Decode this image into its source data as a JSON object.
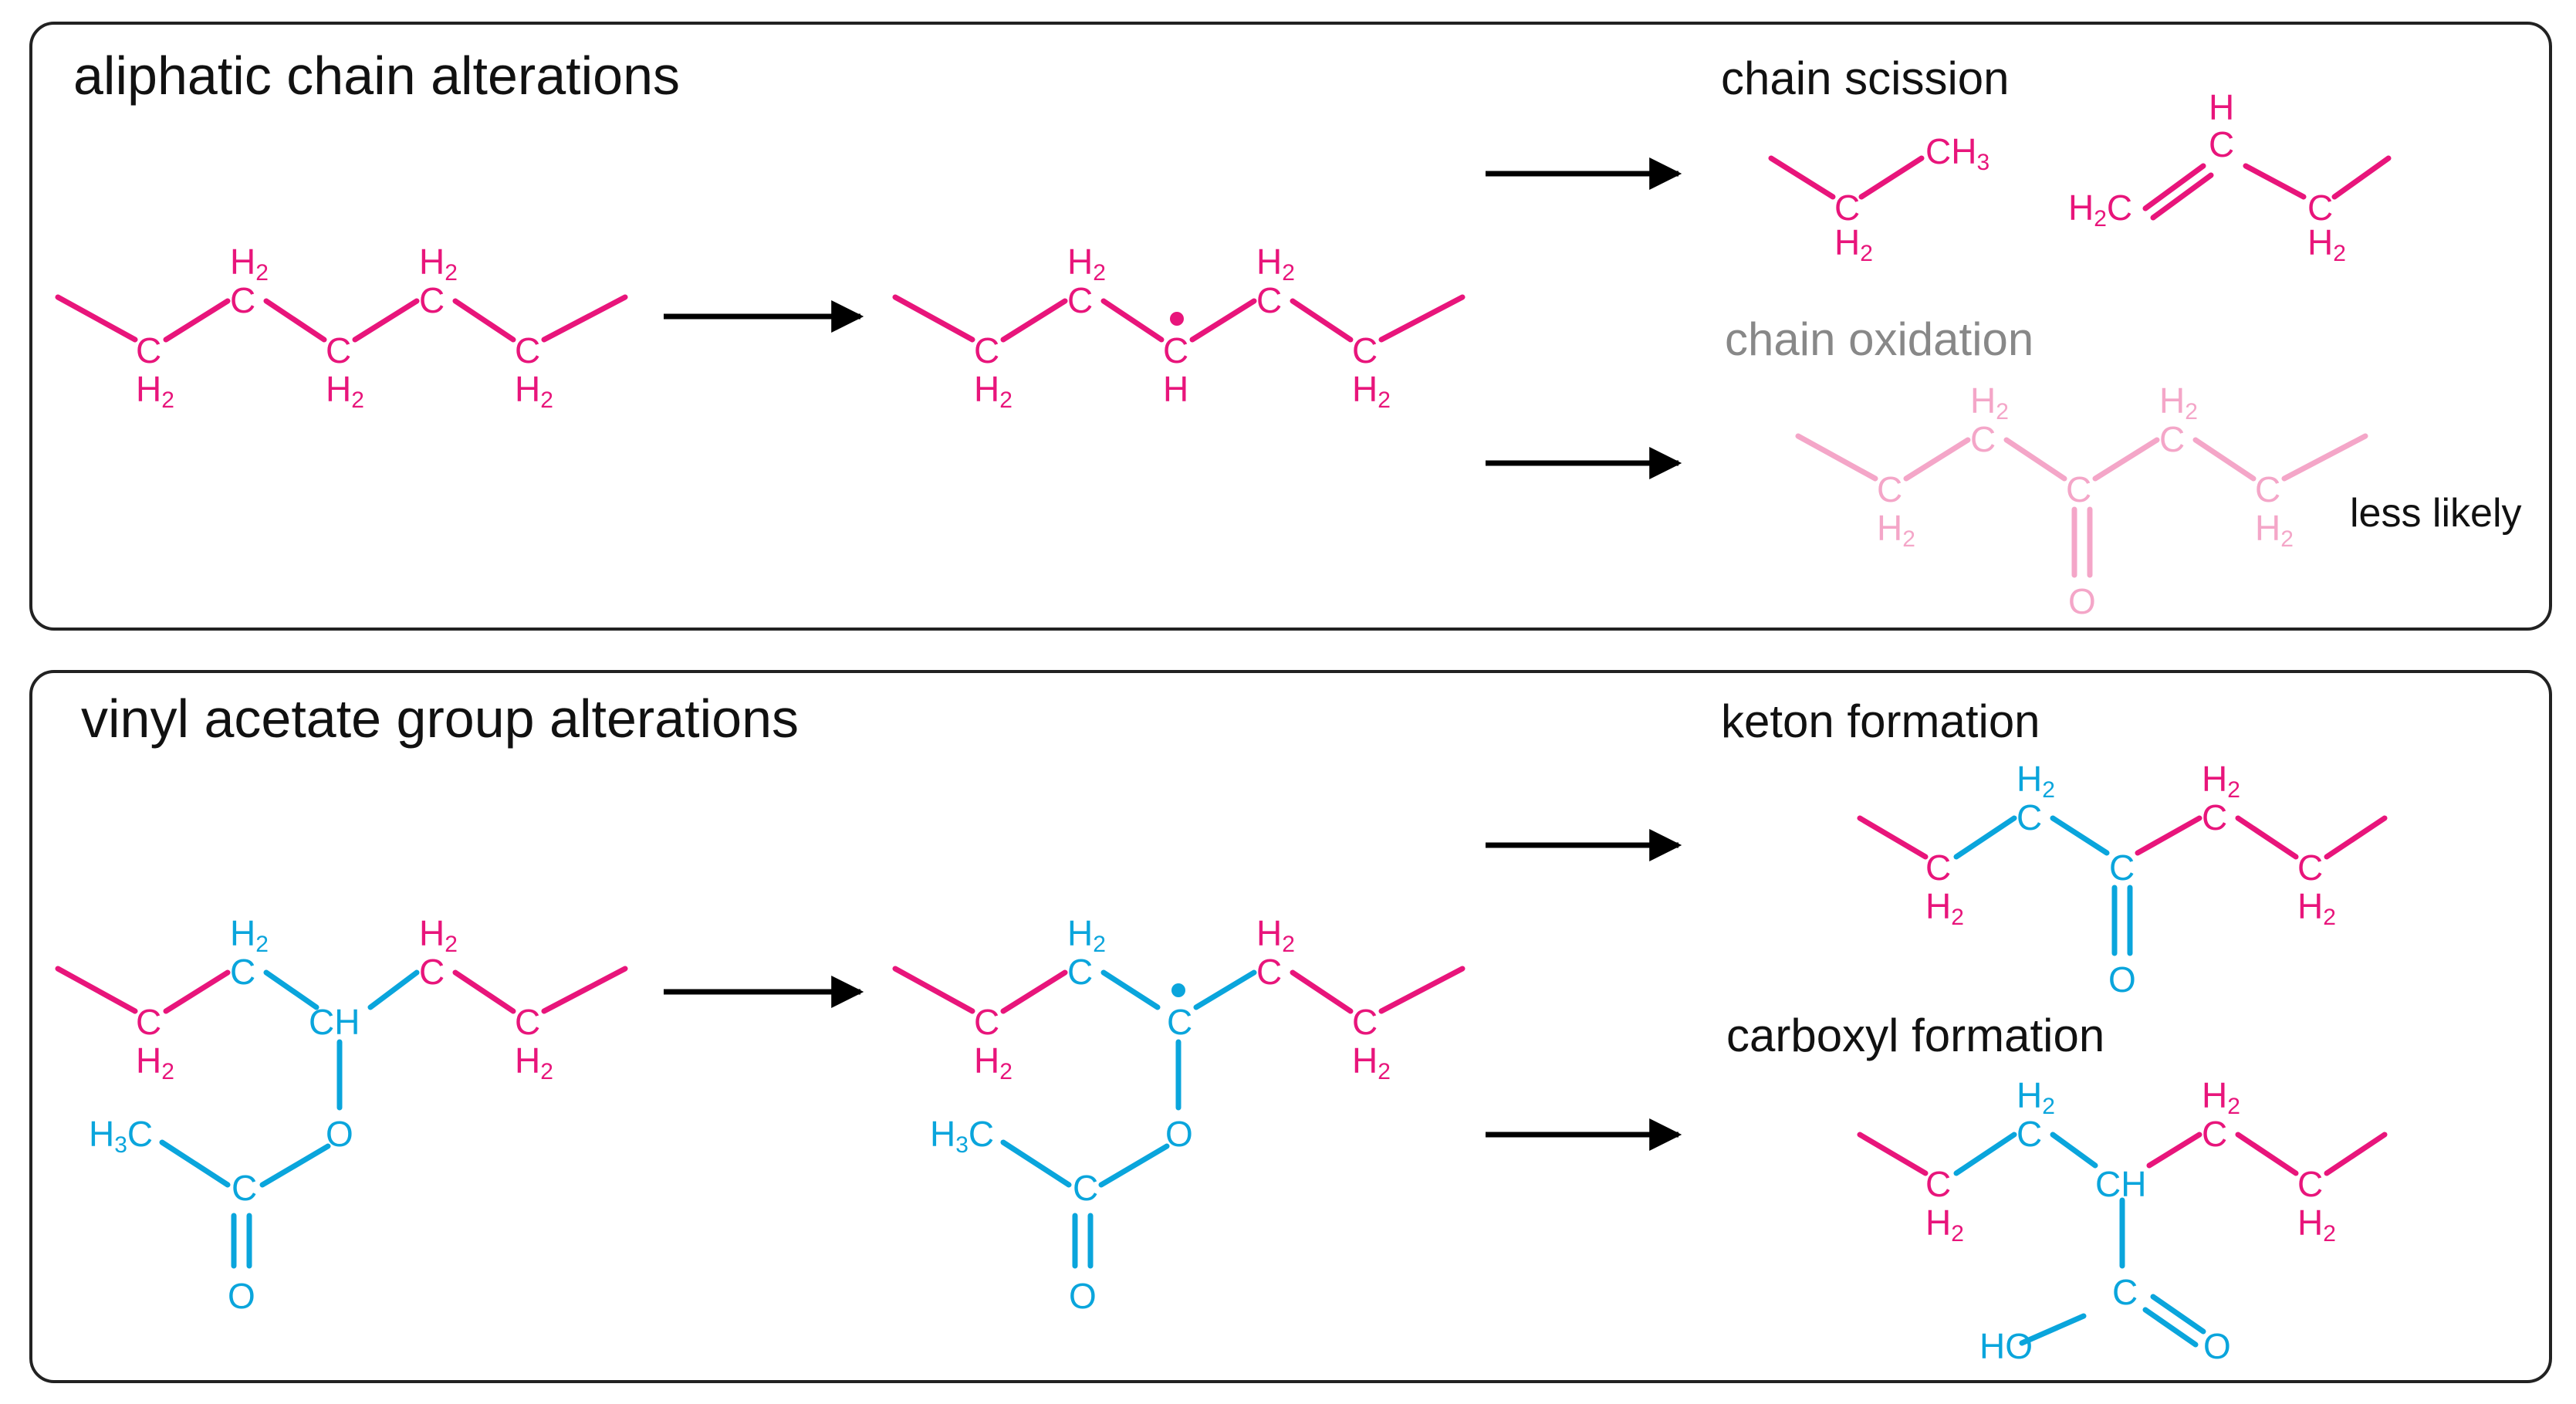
{
  "panels": {
    "aliphatic": {
      "title": "aliphatic chain alterations",
      "products": {
        "scission": {
          "heading": "chain scission"
        },
        "oxidation": {
          "heading": "chain oxidation",
          "note": "less likely"
        }
      }
    },
    "vinyl": {
      "title": "vinyl acetate group alterations",
      "products": {
        "keton": {
          "heading": "keton formation"
        },
        "carboxyl": {
          "heading": "carboxyl formation"
        }
      }
    }
  },
  "atom_labels": {
    "C": "C",
    "H": "H",
    "H2": "2",
    "CH": "CH",
    "O": "O",
    "HO": "HO",
    "H3C": "H3C",
    "CH3": "CH3"
  },
  "colors": {
    "chain": "#e8157b",
    "acetate": "#0aa5dc",
    "faded": "#f4a6c8",
    "border": "#222222"
  }
}
